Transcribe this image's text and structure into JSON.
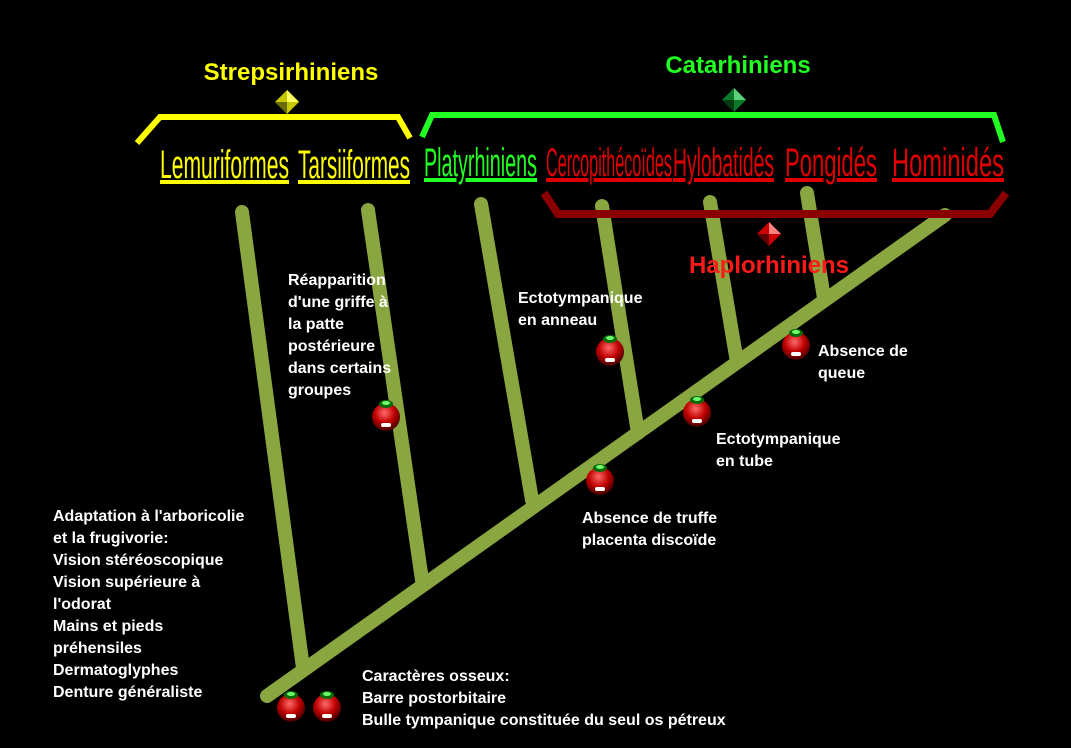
{
  "colors": {
    "background": "#000000",
    "branch": "#8aa640",
    "strepsirhini": "#ffff00",
    "catarhini": "#22ff22",
    "haplorhini": "#ff1a1a",
    "haplorhini_bracket": "#8a0000",
    "text": "#ffffff"
  },
  "groups": {
    "strepsirhiniens": "Strepsirhiniens",
    "catarhiniens": "Catarhiniens",
    "haplorhiniens": "Haplorhiniens"
  },
  "taxa": {
    "lemuriformes": "Lemuriformes",
    "tarsiiformes": "Tarsiiformes",
    "platyrhiniens": "Platyrhiniens",
    "cercopithecoides": "Cercopithécoïdes",
    "hylobatides": "Hylobatidés",
    "pongides": "Pongidés",
    "hominides": "Hominidés"
  },
  "annotations": {
    "root_traits": [
      "Adaptation à l'arboricolie",
      "et la frugivorie:",
      "Vision stéréoscopique",
      "Vision supérieure à",
      "l'odorat",
      "Mains et pieds",
      "préhensiles",
      "Dermatoglyphes",
      "Denture généraliste"
    ],
    "bone_traits": [
      "Caractères osseux:",
      "Barre postorbitaire",
      "Bulle tympanique constituée du seul os pétreux"
    ],
    "claw": [
      "Réapparition",
      "d'une griffe à",
      "la patte",
      "postérieure",
      "dans certains",
      "groupes"
    ],
    "ring": [
      "Ectotympanique",
      "en anneau"
    ],
    "nose": [
      "Absence de truffe",
      "placenta discoïde"
    ],
    "tube": [
      "Ectotympanique",
      "en tube"
    ],
    "tail": [
      "Absence de",
      "queue"
    ]
  },
  "icons": {
    "character_marker": "red-apple-icon",
    "group_marker": "diamond-gem-icon"
  }
}
